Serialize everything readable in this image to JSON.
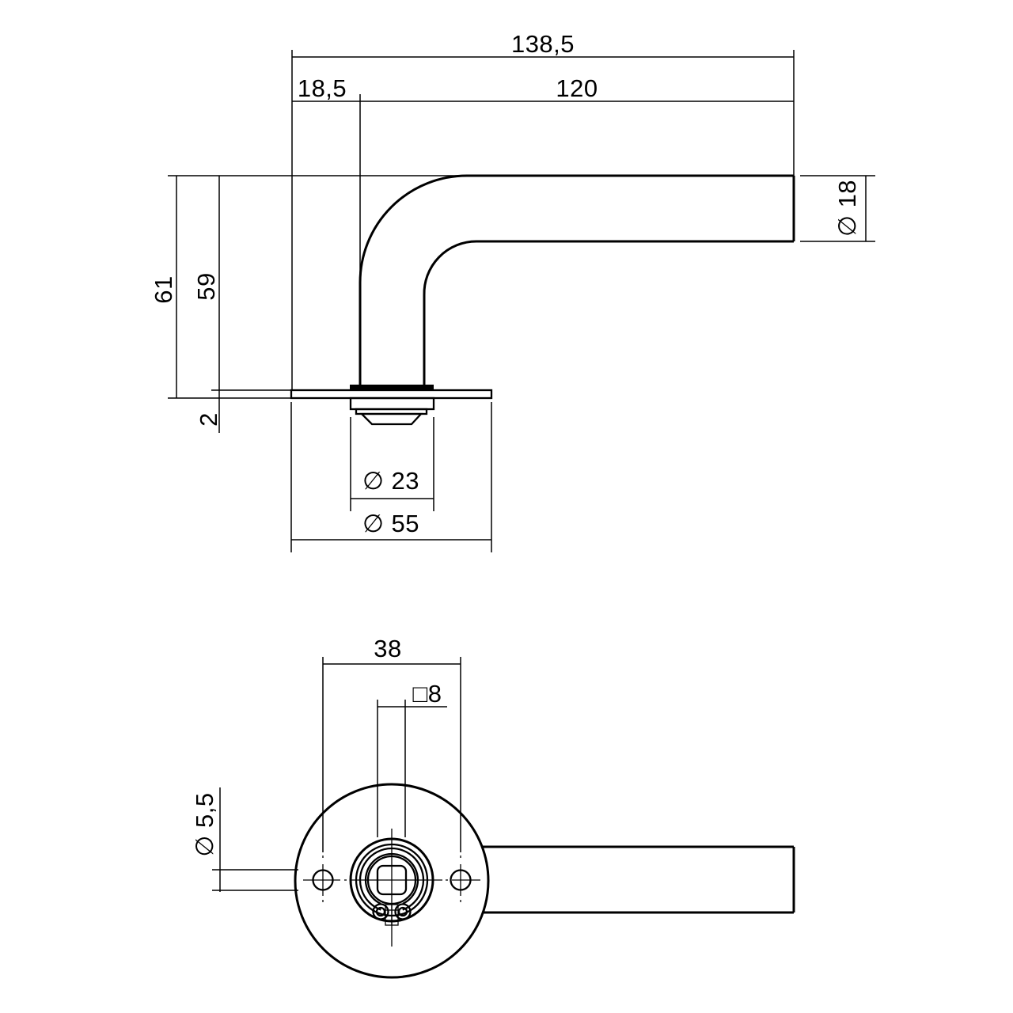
{
  "page": {
    "background": "#ffffff",
    "line_color": "#000000"
  },
  "views": {
    "side": {
      "dims": {
        "total_length": "138,5",
        "neck_offset": "18,5",
        "grip_length": "120",
        "grip_diameter": "∅ 18",
        "overall_height": "61",
        "height_above_rose": "59",
        "rose_thickness": "2",
        "collar_diameter": "∅ 23",
        "rose_diameter": "∅ 55"
      }
    },
    "front": {
      "dims": {
        "screw_spacing": "38",
        "spindle_square": "□8",
        "screw_hole_diameter": "∅ 5,5"
      }
    }
  }
}
